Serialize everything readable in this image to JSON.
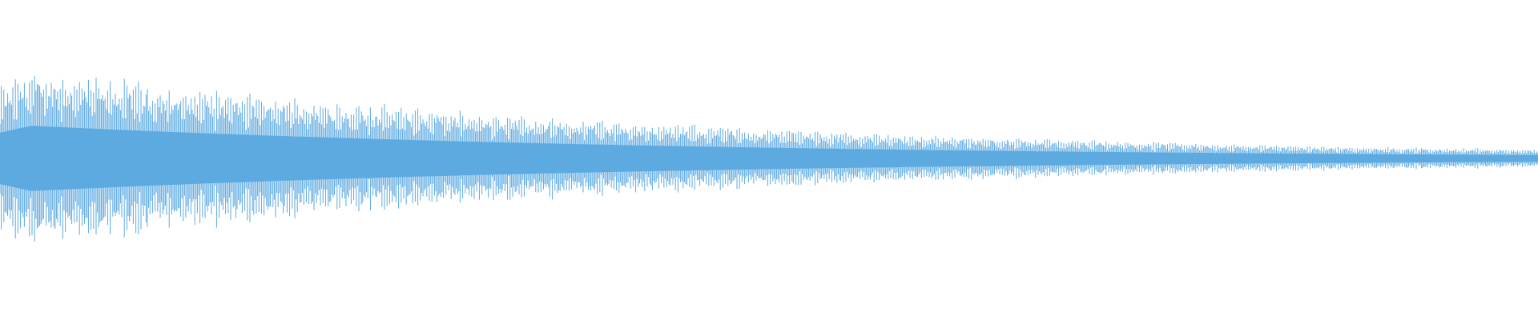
{
  "waveform": {
    "color": "#5DAAE0",
    "peak_amplitude": 0.255,
    "end_amplitude": 0.025,
    "decay": "exponential"
  }
}
